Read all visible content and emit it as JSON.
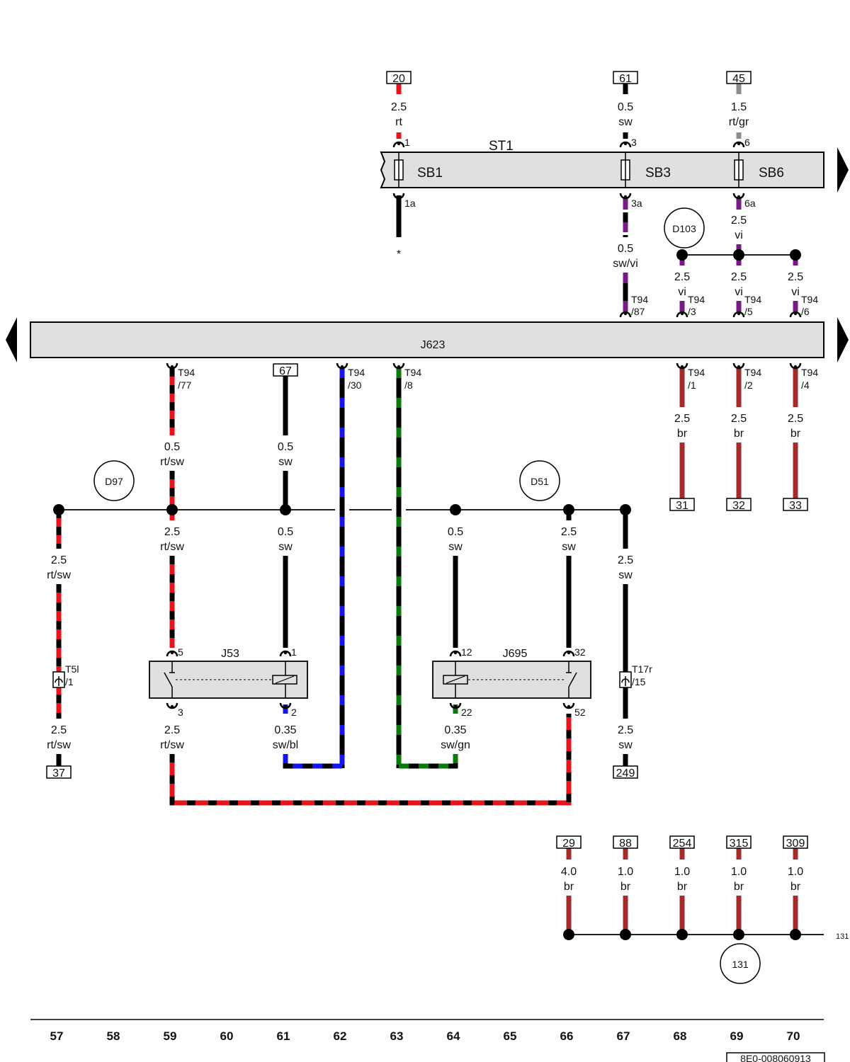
{
  "components": {
    "st1": "ST1",
    "sb1": "SB1",
    "sb3": "SB3",
    "sb6": "SB6",
    "j623": "J623",
    "j53": "J53",
    "j695": "J695",
    "t5l": "T5l",
    "t17r": "T17r"
  },
  "pins": {
    "p1": "1",
    "p1a": "1a",
    "p3": "3",
    "p3a": "3a",
    "p6": "6",
    "p6a": "6a",
    "t94": "T94",
    "t94_87": "/87",
    "t94_3": "/3",
    "t94_5": "/5",
    "t94_6": "/6",
    "t94_77": "/77",
    "t94_30": "/30",
    "t94_8": "/8",
    "t94_1": "/1",
    "t94_2": "/2",
    "t94_4": "/4",
    "t5l_1": "/1",
    "t17r_15": "/15",
    "j53_5": "5",
    "j53_1": "1",
    "j53_3": "3",
    "j53_2": "2",
    "j695_12": "12",
    "j695_32": "32",
    "j695_22": "22",
    "j695_52": "52"
  },
  "refs": {
    "r20": "20",
    "r61": "61",
    "r45": "45",
    "r67": "67",
    "r31": "31",
    "r32": "32",
    "r33": "33",
    "r37": "37",
    "r249": "249",
    "r29": "29",
    "r88": "88",
    "r254": "254",
    "r315": "315",
    "r309": "309"
  },
  "connectors": {
    "d103": "D103",
    "d97": "D97",
    "d51": "D51",
    "g131": "131"
  },
  "wires": {
    "w20_size": "2.5",
    "w20_color": "rt",
    "w61_size": "0.5",
    "w61_color": "sw",
    "w45_size": "1.5",
    "w45_color": "rt/gr",
    "wsb3_size": "0.5",
    "wsb3_color": "sw/vi",
    "wsb6_size": "2.5",
    "wsb6_color": "vi",
    "wd3_size": "2.5",
    "wd3_color": "vi",
    "wd5_size": "2.5",
    "wd5_color": "vi",
    "wd6_size": "2.5",
    "wd6_color": "vi",
    "w77_size": "0.5",
    "w77_color": "rt/sw",
    "w67_size": "0.5",
    "w67_color": "sw",
    "wbr1_size": "2.5",
    "wbr1_color": "br",
    "wbr2_size": "2.5",
    "wbr2_color": "br",
    "wbr4_size": "2.5",
    "wbr4_color": "br",
    "w57_size": "2.5",
    "w57_color": "rt/sw",
    "w59_size": "2.5",
    "w59_color": "rt/sw",
    "w61b_size": "0.5",
    "w61b_color": "sw",
    "w64_size": "0.5",
    "w64_color": "sw",
    "w66_size": "2.5",
    "w66_color": "sw",
    "w67b_size": "2.5",
    "w67b_color": "sw",
    "w37_size": "2.5",
    "w37_color": "rt/sw",
    "w59b_size": "2.5",
    "w59b_color": "rt/sw",
    "w61c_size": "0.35",
    "w61c_color": "sw/bl",
    "w64b_size": "0.35",
    "w64b_color": "sw/gn",
    "w249_size": "2.5",
    "w249_color": "sw",
    "g29_size": "4.0",
    "g29_color": "br",
    "g88_size": "1.0",
    "g88_color": "br",
    "g254_size": "1.0",
    "g254_color": "br",
    "g315_size": "1.0",
    "g315_color": "br",
    "g309_size": "1.0",
    "g309_color": "br"
  },
  "misc": {
    "star": "*",
    "side_ref": "131",
    "doc_number": "8E0-008060913"
  },
  "columns": [
    "57",
    "58",
    "59",
    "60",
    "61",
    "62",
    "63",
    "64",
    "65",
    "66",
    "67",
    "68",
    "69",
    "70"
  ],
  "colors": {
    "red": "#e8141c",
    "black": "#000000",
    "blue": "#1414f0",
    "green": "#0a7a0a",
    "violet": "#7a1a8a",
    "grey": "#8c8c8c",
    "brown": "#a52a2a",
    "bar_fill": "#e0e0e0"
  }
}
